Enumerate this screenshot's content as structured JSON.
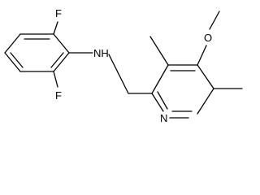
{
  "molecule": {
    "atoms": {
      "fluorine_top": "F",
      "fluorine_bottom": "F",
      "amine": "NH",
      "methoxy_oxygen": "O",
      "pyridine_nitrogen": "N"
    }
  }
}
